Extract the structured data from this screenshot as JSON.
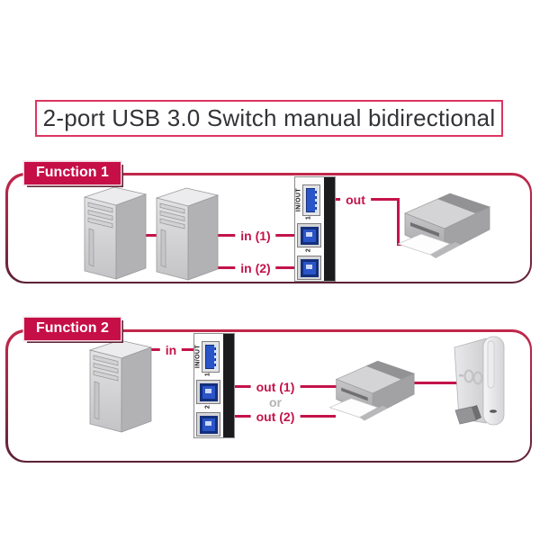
{
  "title": "2-port USB 3.0 Switch manual bidirectional",
  "colors": {
    "accent_red": "#c4134a",
    "panel_border_top": "#c2274a",
    "panel_border_bottom": "#5c2134",
    "badge_background": "#c60f47",
    "usb_blue": "#2a55c8",
    "switch_side_black": "#1b1b1d",
    "or_gray": "#b4b4b6"
  },
  "function1": {
    "label": "Function 1",
    "switch": {
      "usb_a_label": "IN/OUT",
      "port1_label": "1",
      "port2_label": "2"
    },
    "line_in1": "in (1)",
    "line_in2": "in (2)",
    "line_out": "out",
    "devices": {
      "left1": "computer-tower",
      "left2": "computer-tower",
      "right": "printer"
    }
  },
  "function2": {
    "label": "Function 2",
    "switch": {
      "usb_a_label": "IN/OUT",
      "port1_label": "1",
      "port2_label": "2"
    },
    "line_in": "in",
    "line_out1": "out (1)",
    "line_or": "or",
    "line_out2": "out (2)",
    "devices": {
      "left": "computer-tower",
      "right1": "printer",
      "right2": "external-hdd"
    }
  }
}
